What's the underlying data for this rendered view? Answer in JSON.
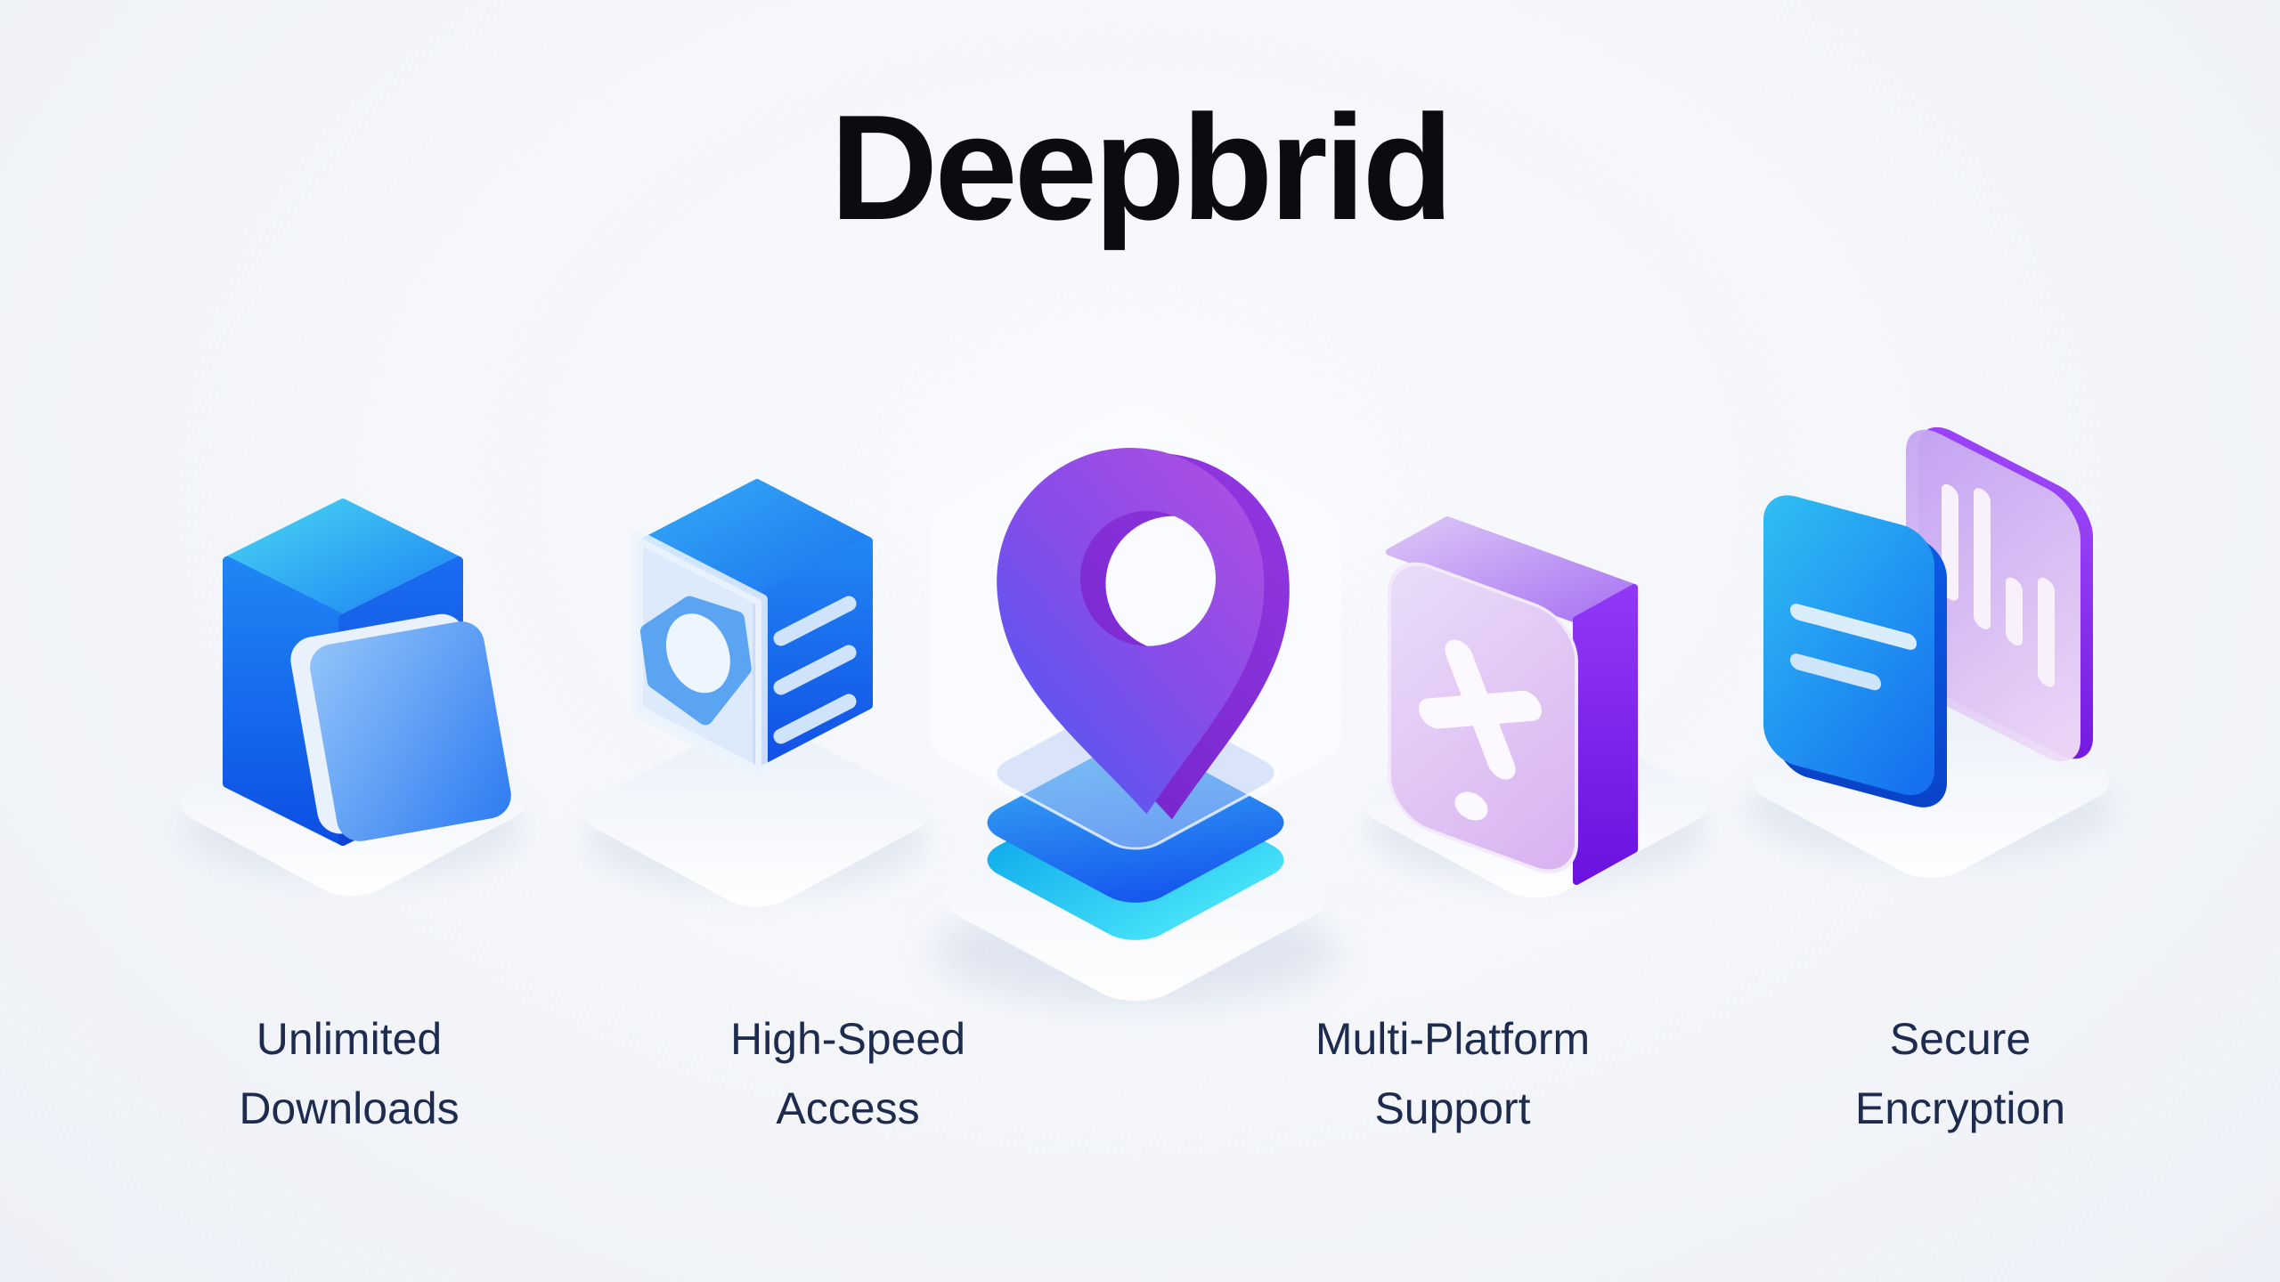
{
  "title": "Deepbrid",
  "features": [
    {
      "label": "Unlimited Downloads",
      "icon": "stacked-boxes-icon"
    },
    {
      "label": "High-Speed Access",
      "icon": "server-cube-icon"
    },
    {
      "label": "Multi-Platform Support",
      "icon": "plus-cube-icon"
    },
    {
      "label": "Secure Encryption",
      "icon": "encrypted-panels-icon"
    }
  ],
  "center_icon": "location-pin-platform-icon",
  "colors": {
    "background": "#f3f5f9",
    "title": "#0b0c0f",
    "label": "#1d2b4f",
    "accent_blue": "#1566ee",
    "accent_cyan": "#2bc1f0",
    "accent_purple": "#8b3bf0",
    "platform": "#edf1f8"
  }
}
